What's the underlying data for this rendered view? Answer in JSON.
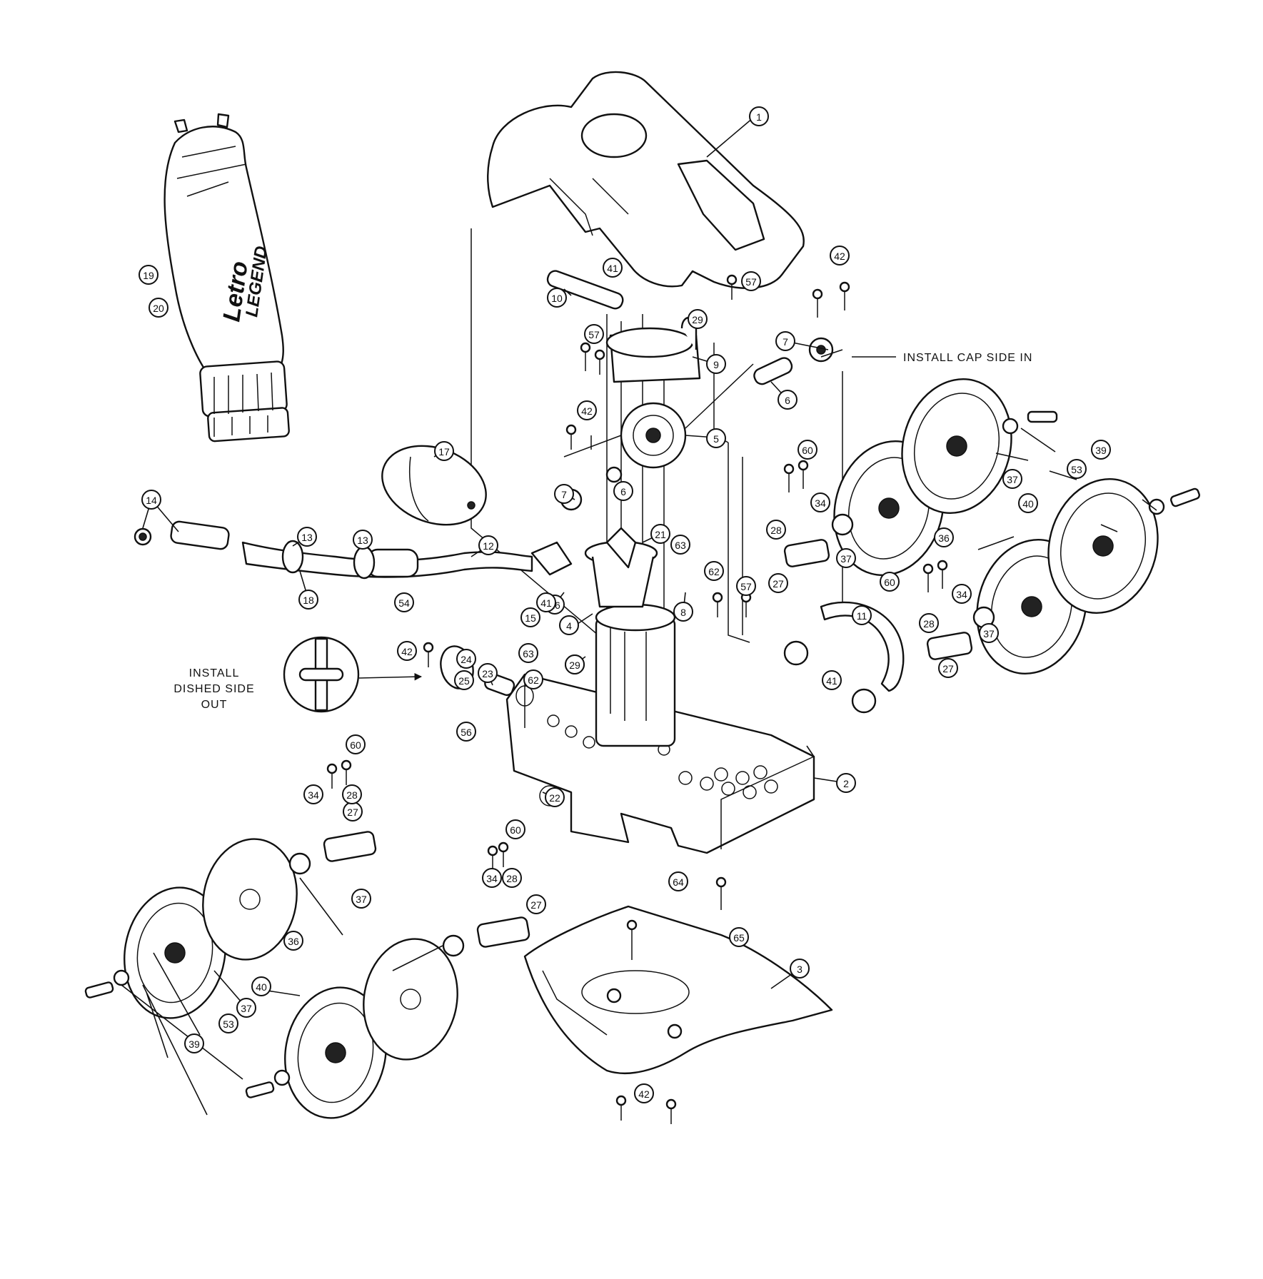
{
  "notes": {
    "install_cap": "INSTALL CAP SIDE IN",
    "install_dished_1": "INSTALL",
    "install_dished_2": "DISHED SIDE",
    "install_dished_3": "OUT"
  },
  "bag_brand": {
    "line1": "Letro",
    "line2": "LEGEND"
  },
  "callouts": [
    {
      "id": "c1",
      "label": "1"
    },
    {
      "id": "c2",
      "label": "2"
    },
    {
      "id": "c3",
      "label": "3"
    },
    {
      "id": "c4",
      "label": "4"
    },
    {
      "id": "c5",
      "label": "5"
    },
    {
      "id": "c6a",
      "label": "6"
    },
    {
      "id": "c6b",
      "label": "6"
    },
    {
      "id": "c7a",
      "label": "7"
    },
    {
      "id": "c7b",
      "label": "7"
    },
    {
      "id": "c8",
      "label": "8"
    },
    {
      "id": "c9",
      "label": "9"
    },
    {
      "id": "c10",
      "label": "10"
    },
    {
      "id": "c11",
      "label": "11"
    },
    {
      "id": "c12",
      "label": "12"
    },
    {
      "id": "c13a",
      "label": "13"
    },
    {
      "id": "c13b",
      "label": "13"
    },
    {
      "id": "c14",
      "label": "14"
    },
    {
      "id": "c15",
      "label": "15"
    },
    {
      "id": "c16",
      "label": "16"
    },
    {
      "id": "c17",
      "label": "17"
    },
    {
      "id": "c18",
      "label": "18"
    },
    {
      "id": "c19",
      "label": "19"
    },
    {
      "id": "c20",
      "label": "20"
    },
    {
      "id": "c21",
      "label": "21"
    },
    {
      "id": "c22",
      "label": "22"
    },
    {
      "id": "c23",
      "label": "23"
    },
    {
      "id": "c24",
      "label": "24"
    },
    {
      "id": "c25",
      "label": "25"
    },
    {
      "id": "c26",
      "label": "26"
    },
    {
      "id": "c27a",
      "label": "27"
    },
    {
      "id": "c27b",
      "label": "27"
    },
    {
      "id": "c27c",
      "label": "27"
    },
    {
      "id": "c27d",
      "label": "27"
    },
    {
      "id": "c28a",
      "label": "28"
    },
    {
      "id": "c28b",
      "label": "28"
    },
    {
      "id": "c28c",
      "label": "28"
    },
    {
      "id": "c28d",
      "label": "28"
    },
    {
      "id": "c29a",
      "label": "29"
    },
    {
      "id": "c29b",
      "label": "29"
    },
    {
      "id": "c34a",
      "label": "34"
    },
    {
      "id": "c34b",
      "label": "34"
    },
    {
      "id": "c34c",
      "label": "34"
    },
    {
      "id": "c34d",
      "label": "34"
    },
    {
      "id": "c36a",
      "label": "36"
    },
    {
      "id": "c36b",
      "label": "36"
    },
    {
      "id": "c37a",
      "label": "37"
    },
    {
      "id": "c37b",
      "label": "37"
    },
    {
      "id": "c37c",
      "label": "37"
    },
    {
      "id": "c37d",
      "label": "37"
    },
    {
      "id": "c37e",
      "label": "37"
    },
    {
      "id": "c39a",
      "label": "39"
    },
    {
      "id": "c39b",
      "label": "39"
    },
    {
      "id": "c40a",
      "label": "40"
    },
    {
      "id": "c40b",
      "label": "40"
    },
    {
      "id": "c41a",
      "label": "41"
    },
    {
      "id": "c41b",
      "label": "41"
    },
    {
      "id": "c41c",
      "label": "41"
    },
    {
      "id": "c42a",
      "label": "42"
    },
    {
      "id": "c42b",
      "label": "42"
    },
    {
      "id": "c42c",
      "label": "42"
    },
    {
      "id": "c42d",
      "label": "42"
    },
    {
      "id": "c53a",
      "label": "53"
    },
    {
      "id": "c53b",
      "label": "53"
    },
    {
      "id": "c54",
      "label": "54"
    },
    {
      "id": "c56",
      "label": "56"
    },
    {
      "id": "c57a",
      "label": "57"
    },
    {
      "id": "c57b",
      "label": "57"
    },
    {
      "id": "c57c",
      "label": "57"
    },
    {
      "id": "c60a",
      "label": "60"
    },
    {
      "id": "c60b",
      "label": "60"
    },
    {
      "id": "c60c",
      "label": "60"
    },
    {
      "id": "c60d",
      "label": "60"
    },
    {
      "id": "c62a",
      "label": "62"
    },
    {
      "id": "c62b",
      "label": "62"
    },
    {
      "id": "c63a",
      "label": "63"
    },
    {
      "id": "c63b",
      "label": "63"
    },
    {
      "id": "c64",
      "label": "64"
    },
    {
      "id": "c65",
      "label": "65"
    }
  ]
}
